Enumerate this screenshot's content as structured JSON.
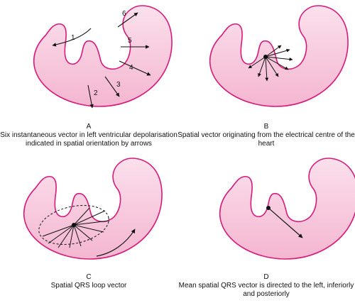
{
  "panels": {
    "a": {
      "letter": "A",
      "caption": "Six instantaneous vector in left ventricular depolarisation indicated in spatial orientation by arrows",
      "vector_numbers": [
        "1",
        "2",
        "3",
        "4",
        "5",
        "6"
      ]
    },
    "b": {
      "letter": "B",
      "caption": "Spatial vector originating from the electrical centre of the heart"
    },
    "c": {
      "letter": "C",
      "caption": "Spatial QRS loop vector"
    },
    "d": {
      "letter": "D",
      "caption": "Mean spatial QRS vector is directed to the left, inferiorly and posteriorly"
    }
  },
  "colors": {
    "heart_fill": "#f7c6db",
    "heart_stroke": "#d81b7a",
    "arrow": "#111111"
  }
}
